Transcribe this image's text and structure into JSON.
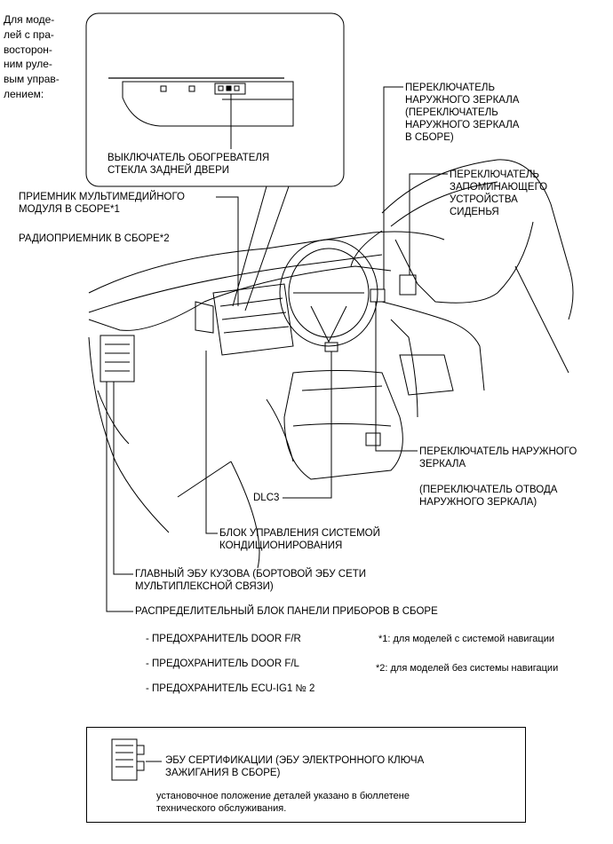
{
  "top_note": [
    "Для моде-",
    "лей с пра-",
    "восторон-",
    "ним руле-",
    "вым управ-",
    "лением:"
  ],
  "labels": {
    "rear_defogger": [
      "ВЫКЛЮЧАТЕЛЬ ОБОГРЕВАТЕЛЯ",
      "СТЕКЛА ЗАДНЕЙ ДВЕРИ"
    ],
    "multimedia": [
      "ПРИЕМНИК МУЛЬТИМЕДИЙНОГО",
      "МОДУЛЯ В СБОРЕ*1"
    ],
    "radio": "РАДИОПРИЕМНИК В СБОРЕ*2",
    "mirror_switch_top": [
      "ПЕРЕКЛЮЧАТЕЛЬ",
      "НАРУЖНОГО ЗЕРКАЛА",
      "(ПЕРЕКЛЮЧАТЕЛЬ",
      "НАРУЖНОГО ЗЕРКАЛА",
      "В СБОРЕ)"
    ],
    "seat_memory": [
      "ПЕРЕКЛЮЧАТЕЛЬ",
      "ЗАПОМИНАЮЩЕГО",
      "УСТРОЙСТВА",
      "СИДЕНЬЯ"
    ],
    "mirror_switch_bottom": [
      "ПЕРЕКЛЮЧАТЕЛЬ НАРУЖНОГО",
      "ЗЕРКАЛА"
    ],
    "mirror_retract": [
      "(ПЕРЕКЛЮЧАТЕЛЬ ОТВОДА",
      "НАРУЖНОГО ЗЕРКАЛА)"
    ],
    "dlc3": "DLC3",
    "ac_unit": [
      "БЛОК УПРАВЛЕНИЯ СИСТЕМОЙ",
      "КОНДИЦИОНИРОВАНИЯ"
    ],
    "main_body_ecu": [
      "ГЛАВНЫЙ ЭБУ КУЗОВА (БОРТОВОЙ ЭБУ СЕТИ",
      "МУЛЬТИПЛЕКСНОЙ СВЯЗИ)"
    ],
    "junction_block": "РАСПРЕДЕЛИТЕЛЬНЫЙ БЛОК ПАНЕЛИ ПРИБОРОВ В СБОРЕ",
    "fuses": [
      "- ПРЕДОХРАНИТЕЛЬ DOOR F/R",
      "- ПРЕДОХРАНИТЕЛЬ DOOR F/L",
      "- ПРЕДОХРАНИТЕЛЬ ECU-IG1 № 2"
    ]
  },
  "footnotes": [
    "*1: для моделей с системой навигации",
    "*2: для моделей без системы навигации"
  ],
  "legend": {
    "title": [
      "ЭБУ СЕРТИФИКАЦИИ (ЭБУ ЭЛЕКТРОННОГО КЛЮЧА",
      "ЗАЖИГАНИЯ В СБОРЕ)"
    ],
    "note": [
      "установочное положение деталей указано в бюллетене",
      "технического обслуживания."
    ]
  }
}
